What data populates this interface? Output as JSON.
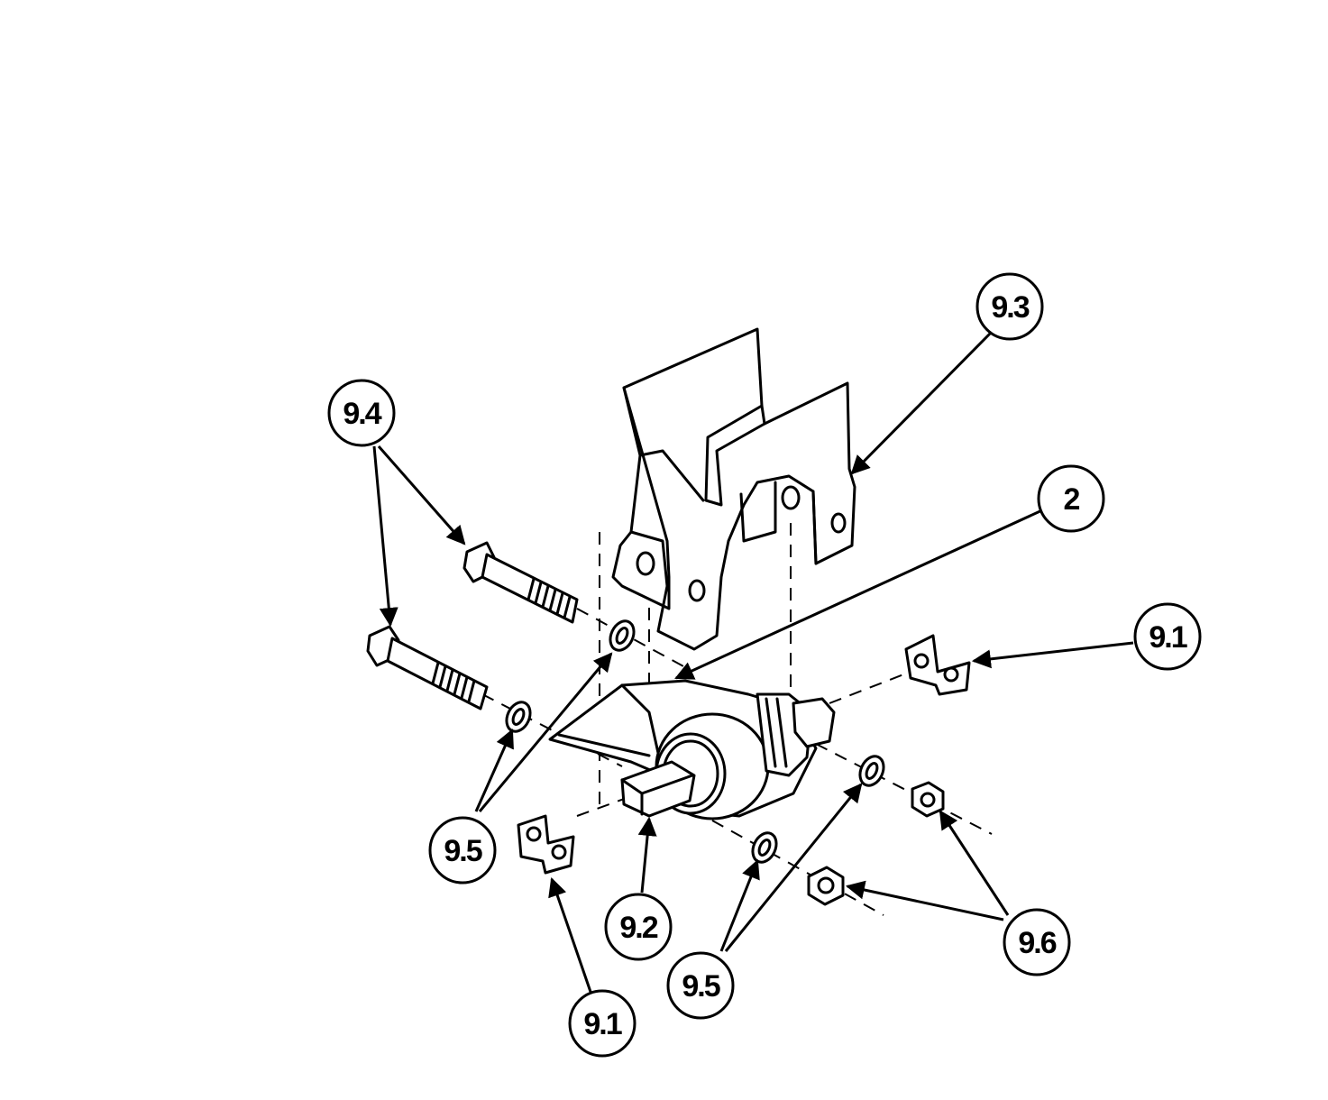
{
  "diagram": {
    "colors": {
      "ink": "#000000",
      "paper": "#ffffff"
    },
    "callouts": [
      {
        "id": "c93",
        "label": "9.3"
      },
      {
        "id": "c94",
        "label": "9.4"
      },
      {
        "id": "c2",
        "label": "2"
      },
      {
        "id": "c91r",
        "label": "9.1"
      },
      {
        "id": "c95l",
        "label": "9.5"
      },
      {
        "id": "c92",
        "label": "9.2"
      },
      {
        "id": "c95b",
        "label": "9.5"
      },
      {
        "id": "c96",
        "label": "9.6"
      },
      {
        "id": "c91b",
        "label": "9.1"
      }
    ]
  }
}
